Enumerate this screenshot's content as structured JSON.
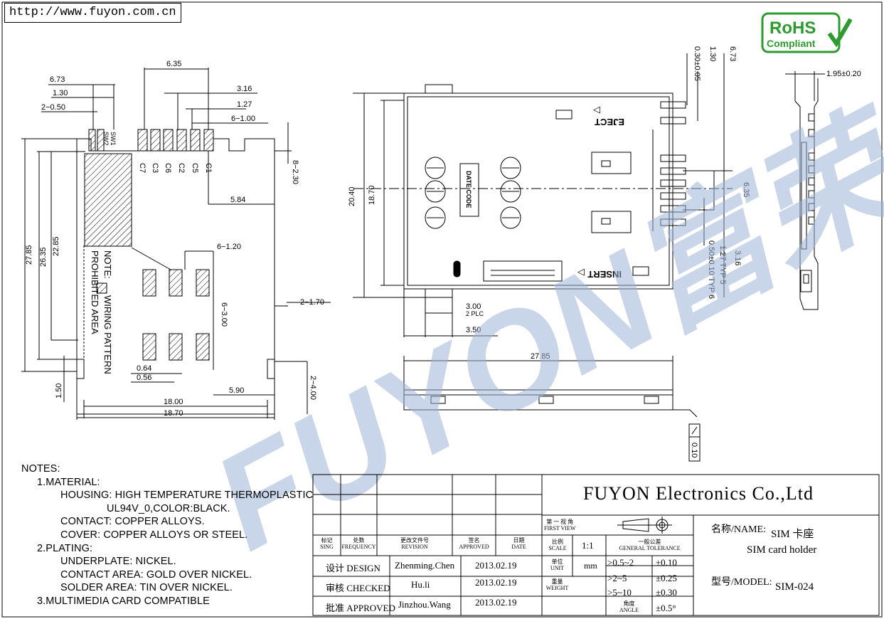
{
  "url": "http://www.fuyon.com.cn",
  "rohs": {
    "line1": "RoHS",
    "line2": "Compliant",
    "color": "#2e9b2e"
  },
  "watermark": {
    "text": "FUYON富荣",
    "color": "#9db4d8"
  },
  "dims_left": {
    "d635": "6.35",
    "d673": "6.73",
    "d130": "1.30",
    "d2_050": "2−0.50",
    "d316": "3.16",
    "d127": "1.27",
    "d6_100": "6−1.00",
    "d8_230": "8−2.30",
    "d584": "5.84",
    "d6_120": "6−1.20",
    "d2_170": "2−1.70",
    "d6_300": "6−3.00",
    "d2_400": "2−4.00",
    "d064": "0.64",
    "d056": "0.56",
    "d590": "5.90",
    "d1800": "18.00",
    "d1870": "18.70",
    "d150": "1.50",
    "d2785": "27.85",
    "d2635": "26.35",
    "d2285": "22.85"
  },
  "pins": [
    "C7",
    "C3",
    "C6",
    "C2",
    "C5",
    "C1"
  ],
  "switches": [
    "SW1",
    "SW2"
  ],
  "note_area": {
    "line1": "NOTE:",
    "line2": "WIRING PATTERN",
    "line3": "PROHIBITED AREA"
  },
  "dims_mid": {
    "d2040": "20.40",
    "d1870": "18.70",
    "eject": "EJECT",
    "insert": "INSERT",
    "date_code": "DATE CODE",
    "d300": "3.00",
    "plc": "2 PLC",
    "d350": "3.50",
    "d2785": "27.85",
    "flat": "0.10"
  },
  "dims_right": {
    "d673": "6.73",
    "d130": "1.30",
    "d030": "0.30±0.05",
    "d635": "6.35",
    "d316": "3.16",
    "d127": "1.27 TYP 5",
    "d050": "0.50±0.10 TYP 6",
    "d195": "1.95±0.20"
  },
  "notes": [
    {
      "cls": "n0",
      "text": "NOTES:"
    },
    {
      "cls": "n1",
      "text": "1.MATERIAL:"
    },
    {
      "cls": "n2",
      "text": "HOUSING: HIGH TEMPERATURE THERMOPLASTIC"
    },
    {
      "cls": "n3",
      "text": "UL94V_0,COLOR:BLACK."
    },
    {
      "cls": "n2",
      "text": "CONTACT: COPPER ALLOYS."
    },
    {
      "cls": "n2",
      "text": "COVER: COPPER ALLOYS OR STEEL."
    },
    {
      "cls": "n1",
      "text": "2.PLATING:"
    },
    {
      "cls": "n2",
      "text": "UNDERPLATE: NICKEL."
    },
    {
      "cls": "n2",
      "text": "CONTACT AREA: GOLD OVER NICKEL."
    },
    {
      "cls": "n2",
      "text": "SOLDER AREA: TIN OVER NICKEL."
    },
    {
      "cls": "n1",
      "text": "3.MULTIMEDIA CARD COMPATIBLE"
    }
  ],
  "title_block": {
    "company": "FUYON Electronics Co.,Ltd",
    "headers": [
      {
        "cn": "标记",
        "en": "SING"
      },
      {
        "cn": "处数",
        "en": "FREQUENCY"
      },
      {
        "cn": "更改文件号",
        "en": "REVISION"
      },
      {
        "cn": "签名",
        "en": "APPROVED"
      },
      {
        "cn": "日期",
        "en": "DATE"
      }
    ],
    "design_label": "设计 DESIGN",
    "design_name": "Zhenming.Chen",
    "design_date": "2013.02.19",
    "checked_label": "审核 CHECKED",
    "checked_name": "Hu.li",
    "checked_date": "2013.02.19",
    "approved_label": "批准 APPROVED",
    "approved_name": "Jinzhou.Wang",
    "approved_date": "2013.02.19",
    "view_cn": "第 一 视 角",
    "view_en": "FIRST VIEW",
    "scale_cn": "比例",
    "scale_en": "SCALE",
    "scale_value": "1:1",
    "tol_cn": "一般公差",
    "tol_en": "GENERAL TOLERANCE",
    "unit_cn": "单位",
    "unit_en": "UNIT",
    "unit_value": "mm",
    "weight_cn": "重量",
    "weight_en": "WEIGHT",
    "angle_cn": "角度",
    "angle_en": "ANGLE",
    "tol_rows": [
      {
        "range": ">0.5~2",
        "tol": "±0.10"
      },
      {
        "range": ">2~5",
        "tol": "±0.25"
      },
      {
        "range": ">5~10",
        "tol": "±0.30"
      }
    ],
    "angle_tol": "±0.5°",
    "name_label": "名称/NAME:",
    "name_cn": "SIM 卡座",
    "name_en": "SIM card holder",
    "model_label": "型号/MODEL:",
    "model_value": "SIM-024"
  }
}
